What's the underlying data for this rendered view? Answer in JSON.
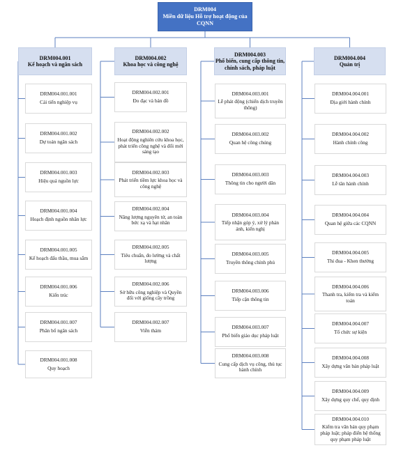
{
  "root": {
    "code": "DRM004",
    "name": "Miền dữ liệu Hỗ trợ hoạt động của CQNN"
  },
  "categories": [
    {
      "code": "DRM004.001",
      "name": "Kế hoạch và ngân sách",
      "items": [
        {
          "code": "DRM004.001.001",
          "name": "Cải tiến nghiệp vụ"
        },
        {
          "code": "DRM004.001.002",
          "name": "Dự toán ngân sách"
        },
        {
          "code": "DRM004.001.003",
          "name": "Hiệu quả nguồn lực"
        },
        {
          "code": "DRM004.001.004",
          "name": "Hoạch định nguồn nhân lực"
        },
        {
          "code": "DRM004.001.005",
          "name": "Kế hoạch đấu thầu, mua sắm"
        },
        {
          "code": "DRM004.001.006",
          "name": "Kiến trúc"
        },
        {
          "code": "DRM004.001.007",
          "name": "Phân bổ ngân sách"
        },
        {
          "code": "DRM004.001.008",
          "name": "Quy hoạch"
        }
      ]
    },
    {
      "code": "DRM004.002",
      "name": "Khoa học và công nghệ",
      "items": [
        {
          "code": "DRM004.002.001",
          "name": "Đo đạc và bản đồ"
        },
        {
          "code": "DRM004.002.002",
          "name": "Hoạt động nghiên cứu khoa học, phát triển công nghệ và đổi mới sáng tạo"
        },
        {
          "code": "DRM004.002.003",
          "name": "Phát triển tiềm lực khoa học và công nghệ"
        },
        {
          "code": "DRM004.002.004",
          "name": "Năng lượng nguyên tử, an toàn bức xạ và hạt nhân"
        },
        {
          "code": "DRM004.002.005",
          "name": "Tiêu chuẩn, đo lường và chất lượng"
        },
        {
          "code": "DRM004.002.006",
          "name": "Sở hữu công nghiệp và Quyền đối với giống cây trồng"
        },
        {
          "code": "DRM004.002.007",
          "name": "Viễn thám"
        }
      ]
    },
    {
      "code": "DRM004.003",
      "name": "Phổ biến, cung cấp thông tin, chính sách, pháp luật",
      "items": [
        {
          "code": "DRM004.003.001",
          "name": "Lễ phát động (chiến dịch truyền thông)"
        },
        {
          "code": "DRM004.003.002",
          "name": "Quan hệ công chúng"
        },
        {
          "code": "DRM004.003.003",
          "name": "Thông tin cho người dân"
        },
        {
          "code": "DRM004.003.004",
          "name": "Tiếp nhận góp ý, xử lý phản ánh, kiến nghị"
        },
        {
          "code": "DRM004.003.005",
          "name": "Truyền thông chính phủ"
        },
        {
          "code": "DRM004.003.006",
          "name": "Tiếp cận thông tin"
        },
        {
          "code": "DRM004.003.007",
          "name": "Phổ biến giáo dục pháp luật"
        },
        {
          "code": "DRM004.003.008",
          "name": "Cung cấp dịch vụ công, thủ tục hành chính"
        }
      ]
    },
    {
      "code": "DRM004.004",
      "name": "Quản trị",
      "items": [
        {
          "code": "DRM004.004.001",
          "name": "Địa giới hành chính"
        },
        {
          "code": "DRM004.004.002",
          "name": "Hành chính công"
        },
        {
          "code": "DRM004.004.003",
          "name": "Lễ tân hành chính"
        },
        {
          "code": "DRM004.004.004",
          "name": "Quan hệ giữa các CQNN"
        },
        {
          "code": "DRM004.004.005",
          "name": "Thi đua - Khen thưởng"
        },
        {
          "code": "DRM004.004.006",
          "name": "Thanh tra, kiểm tra và kiểm toán"
        },
        {
          "code": "DRM004.004.007",
          "name": "Tổ chức sự kiện"
        },
        {
          "code": "DRM004.004.008",
          "name": "Xây dựng văn bản pháp luật"
        },
        {
          "code": "DRM004.004.009",
          "name": "Xây dựng quy chế, quy định"
        },
        {
          "code": "DRM004.004.010",
          "name": "Kiểm tra văn bản quy phạm pháp luật; pháp điển hệ thống quy phạm pháp luật"
        }
      ]
    }
  ],
  "colors": {
    "root_fill": "#4472c4",
    "category_fill": "#d6dff0",
    "leaf_border": "#d9d9d9",
    "connector": "#5b7fbf"
  }
}
